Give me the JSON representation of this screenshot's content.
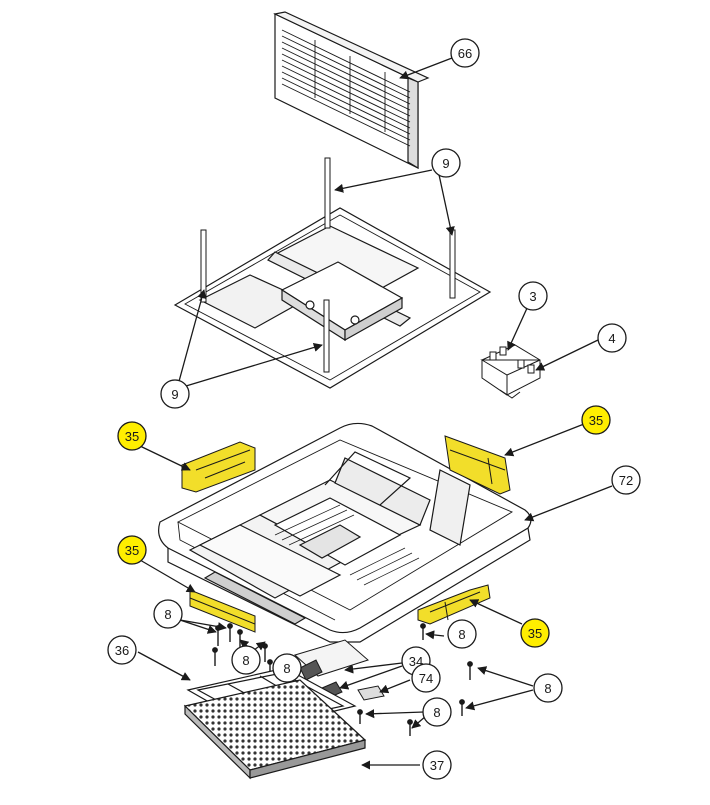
{
  "diagram": {
    "colors": {
      "line": "#1a1a1a",
      "part_fill": "#ffffff",
      "shade": "#e8e8e8",
      "highlight": "#ffee00",
      "highlight_part": "#f2de2a"
    },
    "callouts": {
      "c66": "66",
      "c9_top": "9",
      "c9_bottom": "9",
      "c3": "3",
      "c4": "4",
      "c35_ul": "35",
      "c35_ur": "35",
      "c72": "72",
      "c35_l": "35",
      "c35_r": "35",
      "c8_a": "8",
      "c8_b": "8",
      "c8_c": "8",
      "c8_d": "8",
      "c8_e": "8",
      "c8_f": "8",
      "c36": "36",
      "c34": "34",
      "c74": "74",
      "c37": "37"
    }
  }
}
